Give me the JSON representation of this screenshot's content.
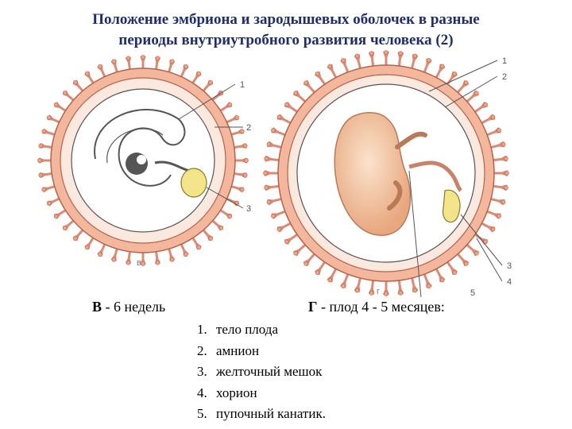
{
  "title": {
    "line1": "Положение эмбриона и зародышевых оболочек в разные",
    "line2": "периоды внутриутробного развития человека (2)"
  },
  "colors": {
    "title": "#1f2d6b",
    "chorion": "#e9a48a",
    "villi": "#d98c73",
    "cavity": "#f7e6dc",
    "fetus": "#f1c29c",
    "yolk": "#f3e48a",
    "line": "#555555"
  },
  "panel_left": {
    "letter": "В",
    "text": " - 6 недель",
    "label_mark": "в",
    "callouts": [
      "1",
      "2",
      "3"
    ]
  },
  "panel_right": {
    "letter": "Г",
    "text": " - плод 4 - 5 месяцев:",
    "label_mark": "г",
    "callouts": [
      "1",
      "2",
      "3",
      "4",
      "5"
    ]
  },
  "legend": [
    {
      "num": "1.",
      "text": "тело плода"
    },
    {
      "num": "2.",
      "text": "амнион"
    },
    {
      "num": "3.",
      "text": "желточный мешок"
    },
    {
      "num": "4.",
      "text": "хорион"
    },
    {
      "num": "5.",
      "text": "пупочный канатик."
    }
  ]
}
